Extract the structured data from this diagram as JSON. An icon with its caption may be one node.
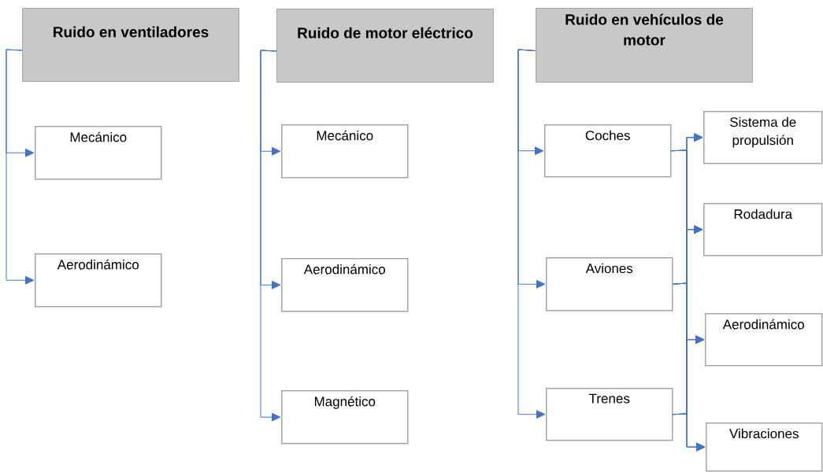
{
  "diagram": {
    "nodes": [
      {
        "text": [
          "Ruido en ventiladores"
        ]
      },
      {
        "text": [
          "Mecánico"
        ]
      },
      {
        "text": [
          "Aerodinámico"
        ]
      },
      {
        "text": [
          "Ruido de motor eléctrico"
        ]
      },
      {
        "text": [
          "Mecánico"
        ]
      },
      {
        "text": [
          "Aerodinámico"
        ]
      },
      {
        "text": [
          "Magnético"
        ]
      },
      {
        "text": [
          "Ruido en vehículos de motor"
        ]
      },
      {
        "text": [
          "Coches"
        ]
      },
      {
        "text": [
          "Aviones"
        ]
      },
      {
        "text": [
          "Trenes"
        ]
      },
      {
        "text": [
          "Sistema de propulsión"
        ]
      },
      {
        "text": [
          "Rodadura"
        ]
      },
      {
        "text": [
          "Aerodinámico"
        ]
      },
      {
        "text": [
          "Vibraciones"
        ]
      }
    ],
    "edges": [
      {
        "from": 0,
        "to": 1,
        "arrow": "to"
      },
      {
        "from": 0,
        "to": 2,
        "arrow": "to"
      },
      {
        "from": 3,
        "to": 4,
        "arrow": "to"
      },
      {
        "from": 3,
        "to": 5,
        "arrow": "to"
      },
      {
        "from": 3,
        "to": 6,
        "arrow": "to"
      },
      {
        "from": 7,
        "to": 8,
        "arrow": "to"
      },
      {
        "from": 7,
        "to": 9,
        "arrow": "to"
      },
      {
        "from": 7,
        "to": 10,
        "arrow": "to"
      },
      {
        "from": 8,
        "to": 11,
        "arrow": "to"
      },
      {
        "from": 8,
        "to": 12,
        "arrow": "to"
      },
      {
        "from": 8,
        "to": 13,
        "arrow": "to"
      },
      {
        "from": 8,
        "to": 14,
        "arrow": "to"
      },
      {
        "from": 9,
        "to": 11,
        "arrow": "to"
      },
      {
        "from": 9,
        "to": 12,
        "arrow": "to"
      },
      {
        "from": 9,
        "to": 13,
        "arrow": "to"
      },
      {
        "from": 9,
        "to": 14,
        "arrow": "to"
      },
      {
        "from": 10,
        "to": 11,
        "arrow": "to"
      },
      {
        "from": 10,
        "to": 12,
        "arrow": "to"
      },
      {
        "from": 10,
        "to": 13,
        "arrow": "to"
      },
      {
        "from": 10,
        "to": 14,
        "arrow": "to"
      }
    ]
  }
}
